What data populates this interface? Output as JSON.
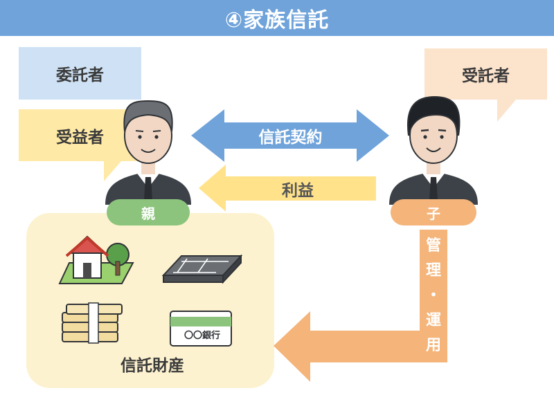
{
  "header": {
    "title": "④家族信託"
  },
  "roles": {
    "settlor": "委託者",
    "beneficiary": "受益者",
    "trustee": "受託者"
  },
  "people": {
    "parent": "親",
    "child": "子"
  },
  "arrows": {
    "contract": "信託契約",
    "benefit": "利益",
    "management": [
      "管",
      "理",
      "・",
      "運",
      "用"
    ]
  },
  "property": {
    "title": "信託財産",
    "bank_label": "〇〇銀行"
  },
  "colors": {
    "banner": "#6fa3da",
    "settlor_bubble": "#cfe2f5",
    "beneficiary_bubble": "#ffe9a6",
    "trustee_bubble": "#fbe3cc",
    "contract_arrow": "#6fa3da",
    "benefit_arrow": "#ffe28a",
    "management_arrow": "#f4b47a",
    "parent_label": "#8cc47d",
    "child_label": "#f4b47a",
    "property_panel": "#fdf2cf"
  }
}
